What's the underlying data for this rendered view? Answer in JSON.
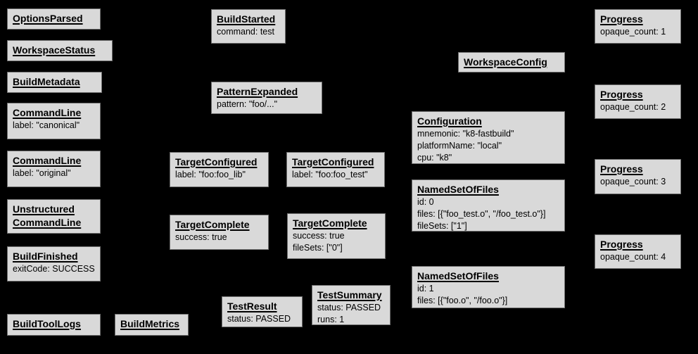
{
  "diagram": {
    "description": "Build event protocol event graph",
    "colors": {
      "background": "#000000",
      "node_fill": "#d9d9d9",
      "node_border": "#6f6f6f",
      "text": "#000000"
    },
    "nodes": [
      {
        "title": "OptionsParsed",
        "lines": []
      },
      {
        "title": "WorkspaceStatus",
        "lines": []
      },
      {
        "title": "BuildMetadata",
        "lines": []
      },
      {
        "title": "CommandLine",
        "lines": [
          "label: \"canonical\""
        ]
      },
      {
        "title": "CommandLine",
        "lines": [
          "label: \"original\""
        ]
      },
      {
        "title": "Unstructured CommandLine",
        "lines": []
      },
      {
        "title": "BuildFinished",
        "lines": [
          "exitCode: SUCCESS"
        ]
      },
      {
        "title": "BuildToolLogs",
        "lines": []
      },
      {
        "title": "BuildMetrics",
        "lines": []
      },
      {
        "title": "BuildStarted",
        "lines": [
          "command: test"
        ]
      },
      {
        "title": "PatternExpanded",
        "lines": [
          "pattern: \"foo/...\""
        ]
      },
      {
        "title": "TargetConfigured",
        "lines": [
          "label: \"foo:foo_lib\""
        ]
      },
      {
        "title": "TargetConfigured",
        "lines": [
          "label: \"foo:foo_test\""
        ]
      },
      {
        "title": "TargetComplete",
        "lines": [
          "success: true"
        ]
      },
      {
        "title": "TargetComplete",
        "lines": [
          "success: true",
          "fileSets: [\"0\"]"
        ]
      },
      {
        "title": "TestResult",
        "lines": [
          "status: PASSED"
        ]
      },
      {
        "title": "TestSummary",
        "lines": [
          "status: PASSED",
          "runs: 1"
        ]
      },
      {
        "title": "WorkspaceConfig",
        "lines": []
      },
      {
        "title": "Configuration",
        "lines": [
          "mnemonic: \"k8-fastbuild\"",
          "platformName: \"local\"",
          "cpu: \"k8\""
        ]
      },
      {
        "title": "NamedSetOfFiles",
        "lines": [
          "id: 0",
          "files: [{\"foo_test.o\", \"/foo_test.o\"}]",
          "fileSets: [\"1\"]"
        ]
      },
      {
        "title": "NamedSetOfFiles",
        "lines": [
          "id: 1",
          "files: [{\"foo.o\", \"/foo.o\"}]"
        ]
      },
      {
        "title": "Progress",
        "lines": [
          "opaque_count: 1"
        ]
      },
      {
        "title": "Progress",
        "lines": [
          "opaque_count: 2"
        ]
      },
      {
        "title": "Progress",
        "lines": [
          "opaque_count: 3"
        ]
      },
      {
        "title": "Progress",
        "lines": [
          "opaque_count: 4"
        ]
      }
    ]
  }
}
